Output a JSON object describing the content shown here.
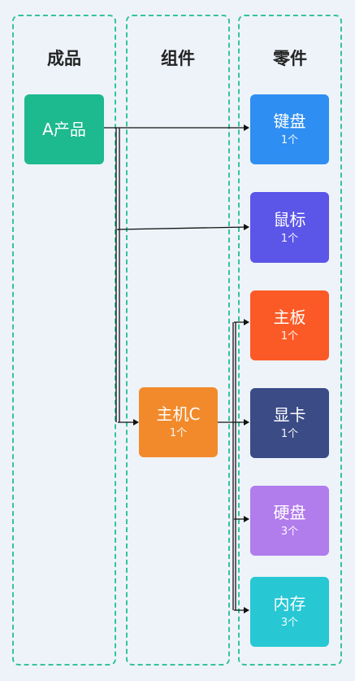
{
  "columns": {
    "finished": {
      "title": "成品"
    },
    "component": {
      "title": "组件"
    },
    "part": {
      "title": "零件"
    }
  },
  "nodes": {
    "product_a": {
      "label": "A产品",
      "color": "#1db98f"
    },
    "host_c": {
      "label": "主机C",
      "qty": "1个",
      "color": "#f28a2b"
    },
    "keyboard": {
      "label": "键盘",
      "qty": "1个",
      "color": "#2e8ef2"
    },
    "mouse": {
      "label": "鼠标",
      "qty": "1个",
      "color": "#5b55e8"
    },
    "mainboard": {
      "label": "主板",
      "qty": "1个",
      "color": "#fb5a26"
    },
    "gpu": {
      "label": "显卡",
      "qty": "1个",
      "color": "#3b4b86"
    },
    "disk": {
      "label": "硬盘",
      "qty": "3个",
      "color": "#b17cec"
    },
    "memory": {
      "label": "内存",
      "qty": "3个",
      "color": "#27c7d4"
    }
  }
}
